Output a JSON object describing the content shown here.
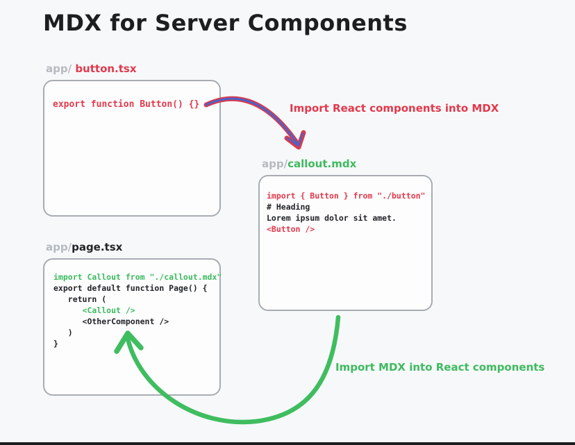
{
  "title": "MDX for Server Components",
  "colors": {
    "code_red": "#e2394b",
    "code_green": "#3dbb5e",
    "arrow_blue_core": "#4a63c8",
    "arrow_red_outline": "#d93a4d",
    "arrow_green": "#3fbd5f",
    "dir_gray": "#b6bac0"
  },
  "panels": {
    "button": {
      "dir": "app/ ",
      "file": "button.tsx",
      "lines": [
        "export function Button() {}"
      ]
    },
    "callout": {
      "dir": "app/",
      "file": "callout.mdx",
      "lines": [
        "import { Button } from \"./button\"",
        "# Heading",
        "Lorem ipsum dolor sit amet.",
        "<Button />"
      ]
    },
    "page": {
      "dir": "app/",
      "file": "page.tsx",
      "lines": [
        "import Callout from \"./callout.mdx\"",
        "export default function Page() {",
        "   return (",
        "      <Callout />",
        "      <OtherComponent />",
        "   )",
        "}"
      ]
    }
  },
  "arrows": {
    "react_to_mdx": "Import React components into MDX",
    "mdx_to_react": "Import MDX into React components"
  }
}
